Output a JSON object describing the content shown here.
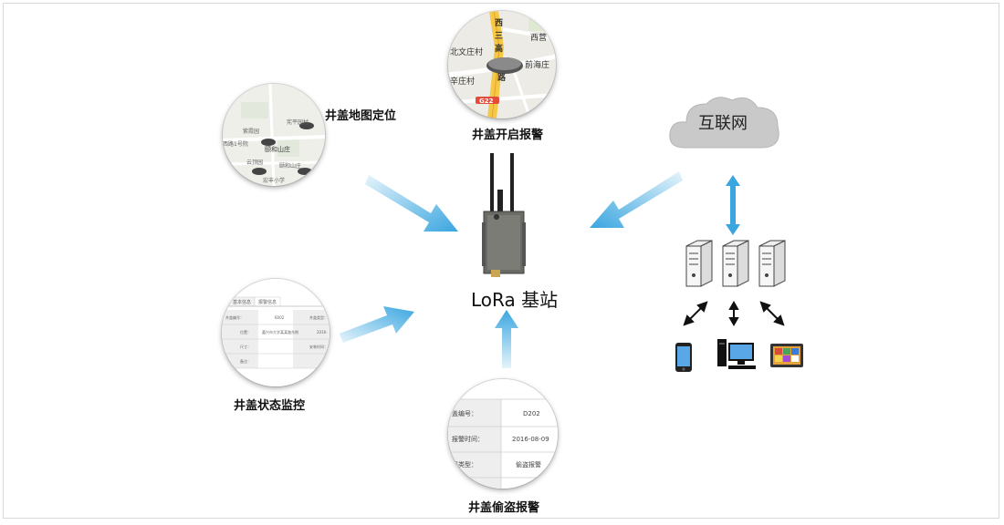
{
  "labels": {
    "map_location": "井盖地图定位",
    "open_alarm": "井盖开启报警",
    "status_monitor": "井盖状态监控",
    "theft_alarm": "井盖偷盗报警",
    "base_station": "LoRa 基站",
    "internet": "互联网"
  },
  "map_small": {
    "poi1": "宪平园村",
    "poi2": "紫霞园",
    "poi3": "西路1号院",
    "poi4": "颐和山庄",
    "poi5": "云顶园",
    "poi6": "颐和山庄",
    "poi7": "宏丰小学"
  },
  "map_top": {
    "road1": "西",
    "road2": "三",
    "road3": "高",
    "village1": "北文庄村",
    "village2": "西营",
    "village3": "前海庄",
    "village4": "辛庄村",
    "road4": "路",
    "highway": "G22"
  },
  "status_table": {
    "tabs": [
      "基本信息",
      "报警信息"
    ],
    "rows": [
      {
        "k1": "井盖编号：",
        "v1": "6002",
        "k2": "井盖类型："
      },
      {
        "k1": "位置：",
        "v1": "嘉兴市大学某某路东侧",
        "k2": "2016-"
      },
      {
        "k1": "尺寸：",
        "v1": "",
        "k2": "安装时间："
      },
      {
        "k1": "备注：",
        "v1": "",
        "k2": ""
      }
    ]
  },
  "theft_table": {
    "rows": [
      {
        "k": "盖编号：",
        "v": "D202"
      },
      {
        "k": "报警时间：",
        "v": "2016-08-09"
      },
      {
        "k": "报类型：",
        "v": "偷盗报警"
      }
    ]
  },
  "colors": {
    "arrow": "#3aa6e0",
    "arrow_light": "#b9def3",
    "cloud": "#c9c9c9",
    "server": "#f4f4f4",
    "server_stroke": "#444444"
  },
  "icons": [
    "server-icon",
    "phone-icon",
    "desktop-icon",
    "tablet-icon",
    "cloud-icon",
    "base-station-icon"
  ]
}
